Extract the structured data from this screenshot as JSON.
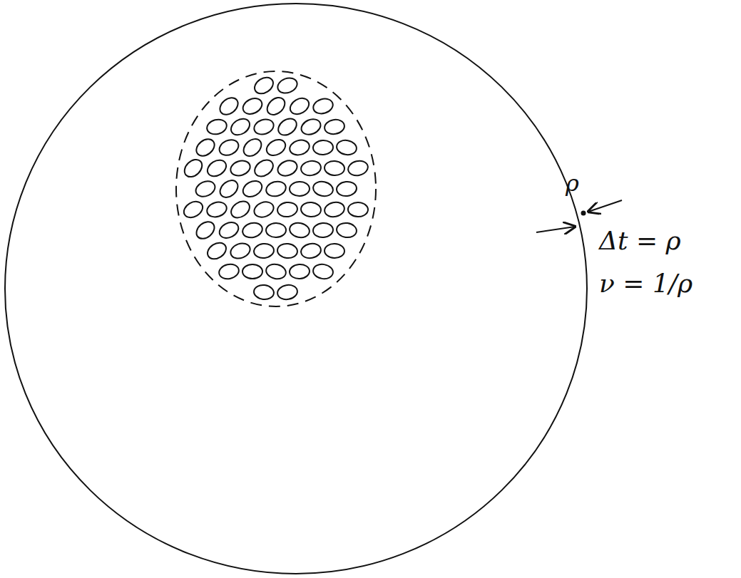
{
  "diagram": {
    "labels": [
      "ρ",
      "Δt = ρ",
      "ν = 1/ρ"
    ]
  }
}
